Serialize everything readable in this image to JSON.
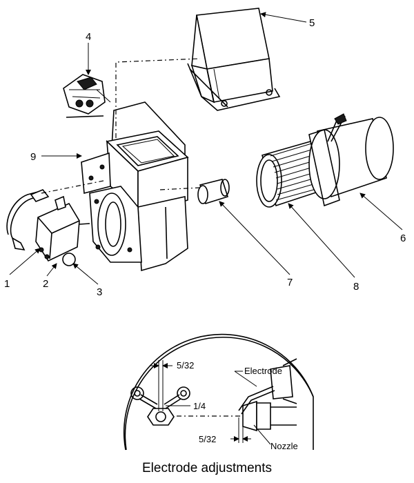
{
  "callouts": {
    "c1": "1",
    "c2": "2",
    "c3": "3",
    "c4": "4",
    "c5": "5",
    "c6": "6",
    "c7": "7",
    "c8": "8",
    "c9": "9"
  },
  "detail": {
    "dim_gap_top": "5/32",
    "dim_quarter": "1/4",
    "dim_gap_bottom": "5/32",
    "label_electrode": "Electrode",
    "label_nozzle": "Nozzle"
  },
  "caption": "Electrode adjustments"
}
